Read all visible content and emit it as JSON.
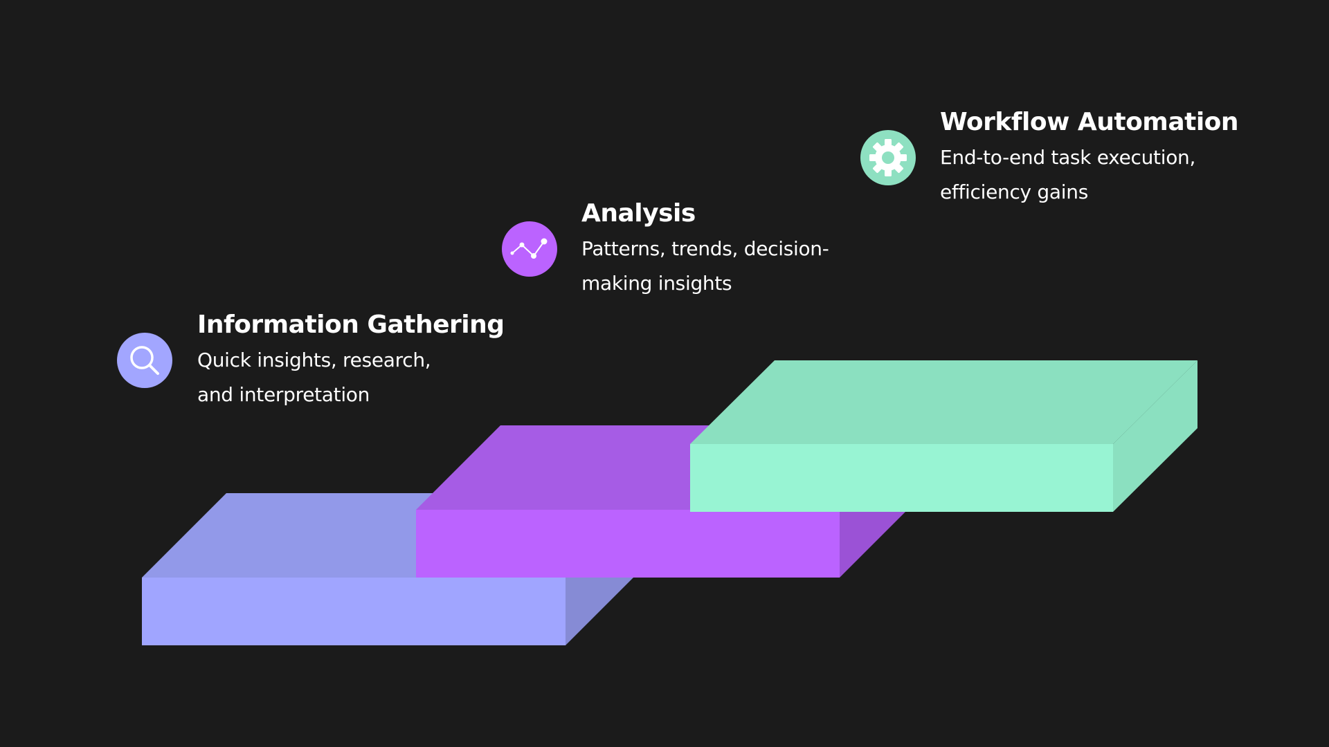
{
  "steps": [
    {
      "title": "Information Gathering",
      "description": "Quick insights, research, and interpretation",
      "icon": "search-icon",
      "colors": {
        "icon_bg": "#a2a6ff",
        "top": "#9299e9",
        "front": "#a0a5ff",
        "side": "#868bd5"
      }
    },
    {
      "title": "Analysis",
      "description": "Patterns, trends, decision-making insights",
      "icon": "trend-line-icon",
      "colors": {
        "icon_bg": "#bb63ff",
        "top": "#a65ce5",
        "front": "#bb63ff",
        "side": "#9b52d6"
      }
    },
    {
      "title": "Workflow Automation",
      "description": "End-to-end task execution, efficiency gains",
      "icon": "gear-icon",
      "colors": {
        "icon_bg": "#8ee0c1",
        "top": "#8be0c0",
        "front": "#98f4d3",
        "side": "#8be0c0"
      }
    }
  ],
  "background": "#1b1b1b"
}
